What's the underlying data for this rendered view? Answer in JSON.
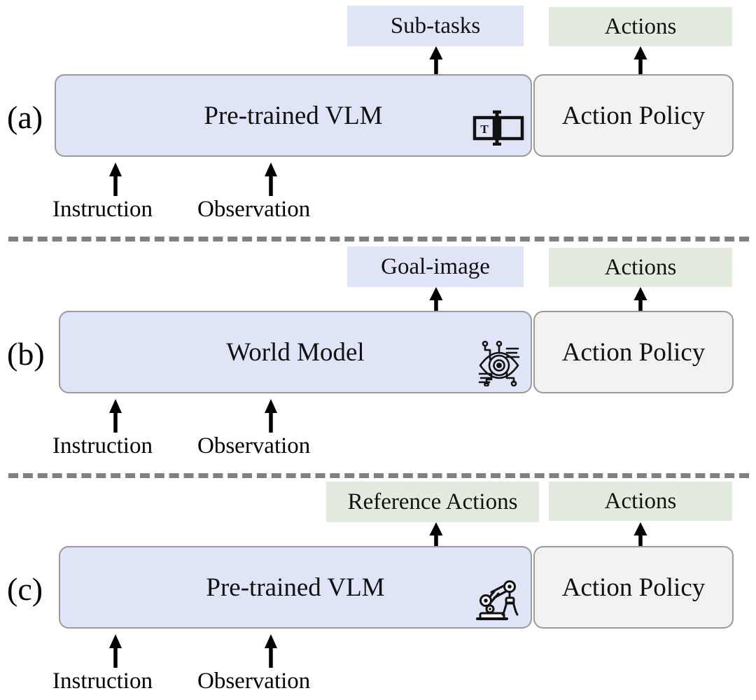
{
  "figure": {
    "kind": "paradigm-comparison-diagram",
    "colors": {
      "module_primary_fill": "#dfe4f7",
      "module_policy_fill": "#f2f2f0",
      "module_border": "#9a9a9a",
      "chip_blue": "#dfe4f7",
      "chip_green": "#e3ebdf",
      "divider": "#808080",
      "text": "#000000",
      "arrow": "#000000"
    },
    "rows": [
      {
        "marker": "(a)",
        "primary_module": "Pre-trained VLM",
        "primary_icon": "text-cursor-icon",
        "policy_module": "Action Policy",
        "primary_output": "Sub-tasks",
        "primary_output_style": "blue",
        "policy_output": "Actions",
        "policy_output_style": "green",
        "inputs": [
          "Instruction",
          "Observation"
        ]
      },
      {
        "marker": "(b)",
        "primary_module": "World Model",
        "primary_icon": "cyber-eye-icon",
        "policy_module": "Action Policy",
        "primary_output": "Goal-image",
        "primary_output_style": "blue",
        "policy_output": "Actions",
        "policy_output_style": "green",
        "inputs": [
          "Instruction",
          "Observation"
        ]
      },
      {
        "marker": "(c)",
        "primary_module": "Pre-trained VLM",
        "primary_icon": "robot-arm-icon",
        "policy_module": "Action Policy",
        "primary_output": "Reference Actions",
        "primary_output_style": "green",
        "policy_output": "Actions",
        "policy_output_style": "green",
        "inputs": [
          "Instruction",
          "Observation"
        ]
      }
    ]
  }
}
